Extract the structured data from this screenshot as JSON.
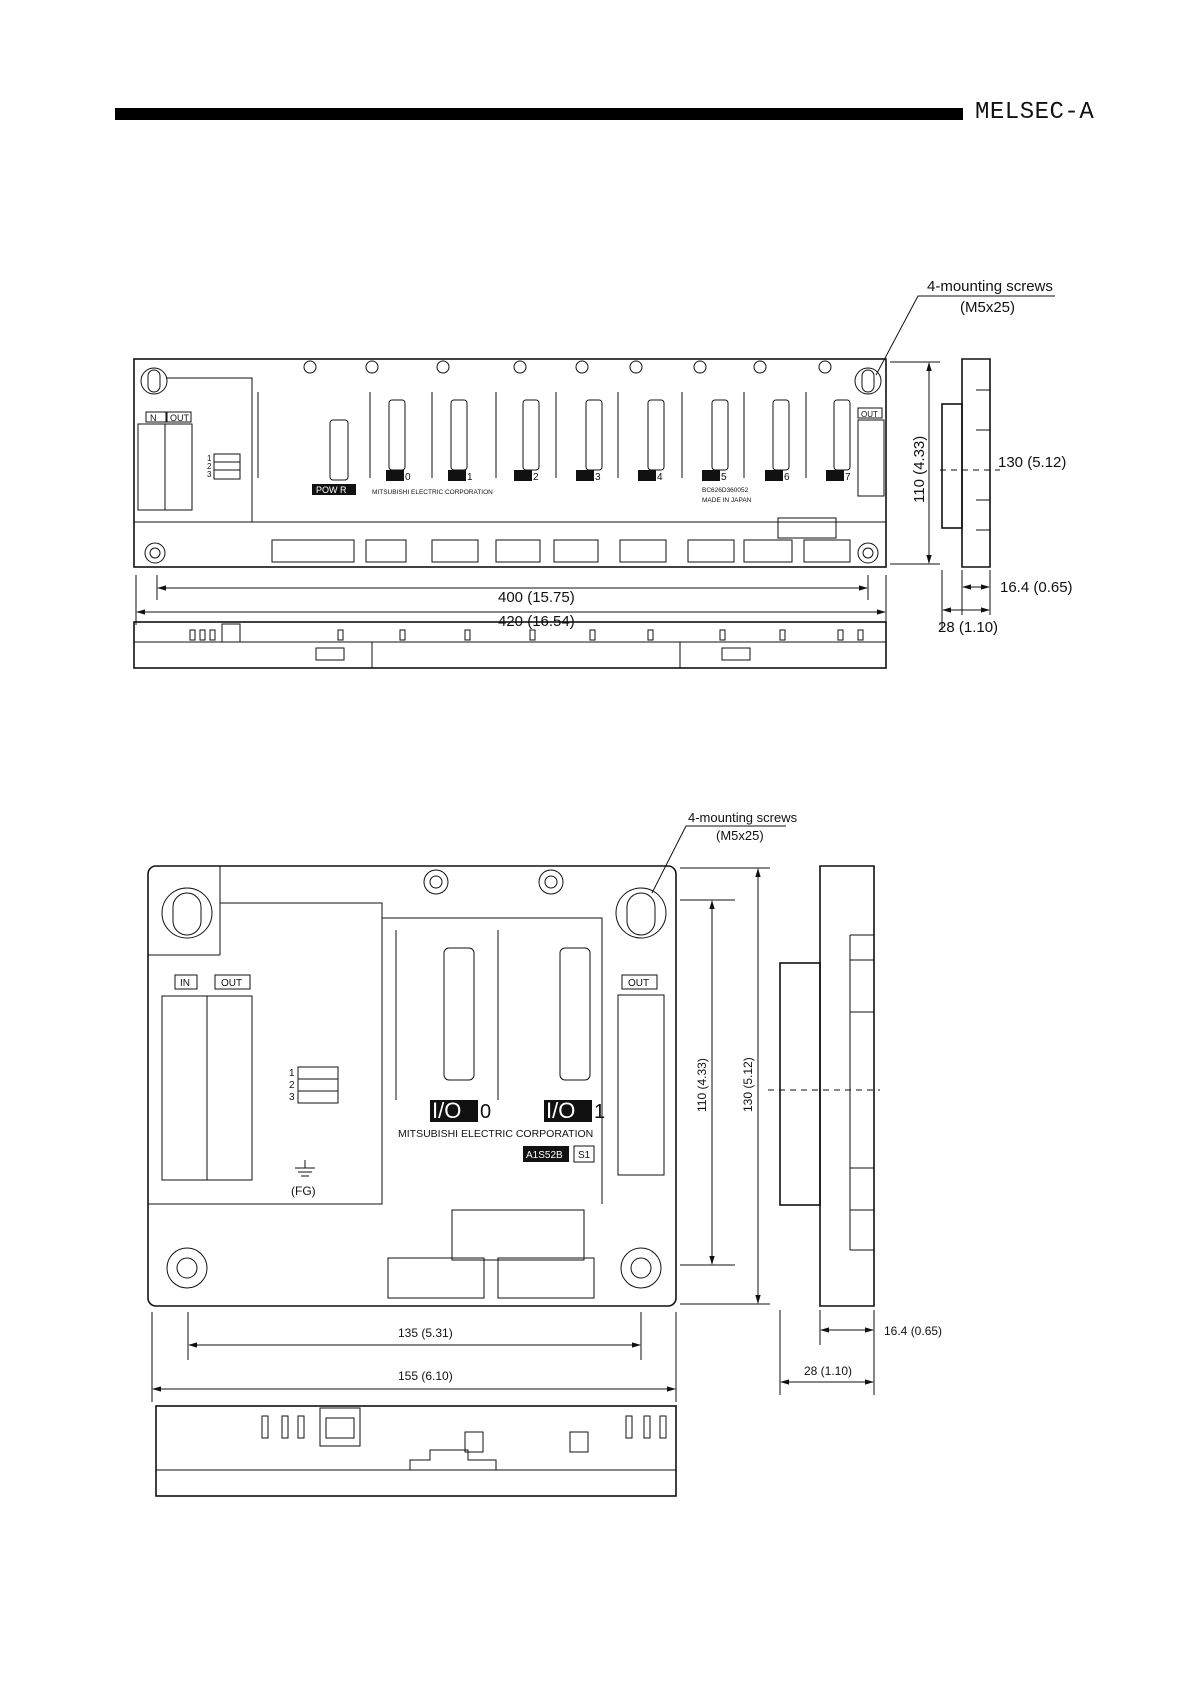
{
  "header": {
    "title": "MELSEC-A"
  },
  "diagram1": {
    "callout_line1": "4-mounting screws",
    "callout_line2": "(M5x25)",
    "dim_width_inner": "400 (15.75)",
    "dim_width_outer": "420 (16.54)",
    "dim_height_inner": "110 (4.33)",
    "dim_height_outer": "130 (5.12)",
    "dim_depth_inner": "16.4 (0.65)",
    "dim_depth_outer": "28 (1.10)",
    "power_label": "POW R",
    "in_label": "N",
    "out_label_left": "OUT",
    "out_label_right": "OUT",
    "maker": "MITSUBISHI ELECTRIC CORPORATION",
    "serial": "BC626D360052",
    "made_in": "MADE IN JAPAN",
    "slot_labels": [
      "0",
      "1",
      "2",
      "3",
      "4",
      "5",
      "6",
      "7"
    ],
    "jumper_numbers": [
      "1",
      "2",
      "3"
    ]
  },
  "diagram2": {
    "callout_line1": "4-mounting screws",
    "callout_line2": "(M5x25)",
    "dim_width_inner": "135 (5.31)",
    "dim_width_outer": "155 (6.10)",
    "dim_height_inner": "110 (4.33)",
    "dim_height_outer": "130 (5.12)",
    "dim_depth_inner": "16.4 (0.65)",
    "dim_depth_outer": "28 (1.10)",
    "in_label": "IN",
    "out_label_left": "OUT",
    "out_label_right": "OUT",
    "slot0_io": "I/O",
    "slot0_num": "0",
    "slot1_io": "I/O",
    "slot1_num": "1",
    "maker": "MITSUBISHI ELECTRIC CORPORATION",
    "model": "A1S52B",
    "model_suffix": "S1",
    "fg_label": "(FG)",
    "jumper_numbers": [
      "1",
      "2",
      "3"
    ]
  }
}
